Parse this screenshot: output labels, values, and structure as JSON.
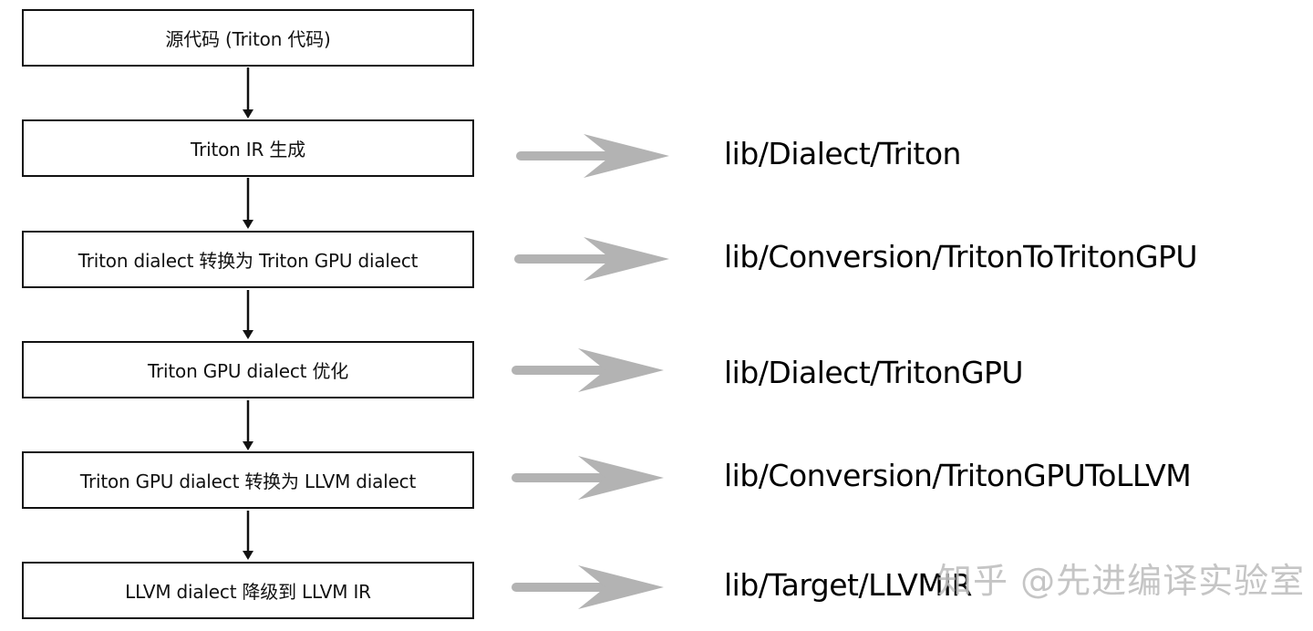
{
  "steps": [
    {
      "label": "源代码 (Triton 代码)"
    },
    {
      "label": "Triton IR 生成"
    },
    {
      "label": "Triton dialect 转换为 Triton GPU dialect"
    },
    {
      "label": "Triton GPU dialect 优化"
    },
    {
      "label": "Triton GPU dialect 转换为 LLVM dialect"
    },
    {
      "label": "LLVM dialect 降级到 LLVM IR"
    }
  ],
  "paths": [
    "lib/Dialect/Triton",
    "lib/Conversion/TritonToTritonGPU",
    "lib/Dialect/TritonGPU",
    "lib/Conversion/TritonGPUToLLVM",
    "lib/Target/LLVMIR"
  ],
  "watermark": "知乎 @先进编译实验室",
  "colors": {
    "box_border": "#111111",
    "flow_arrow": "#111111",
    "mapping_arrow": "#b3b3b3"
  }
}
